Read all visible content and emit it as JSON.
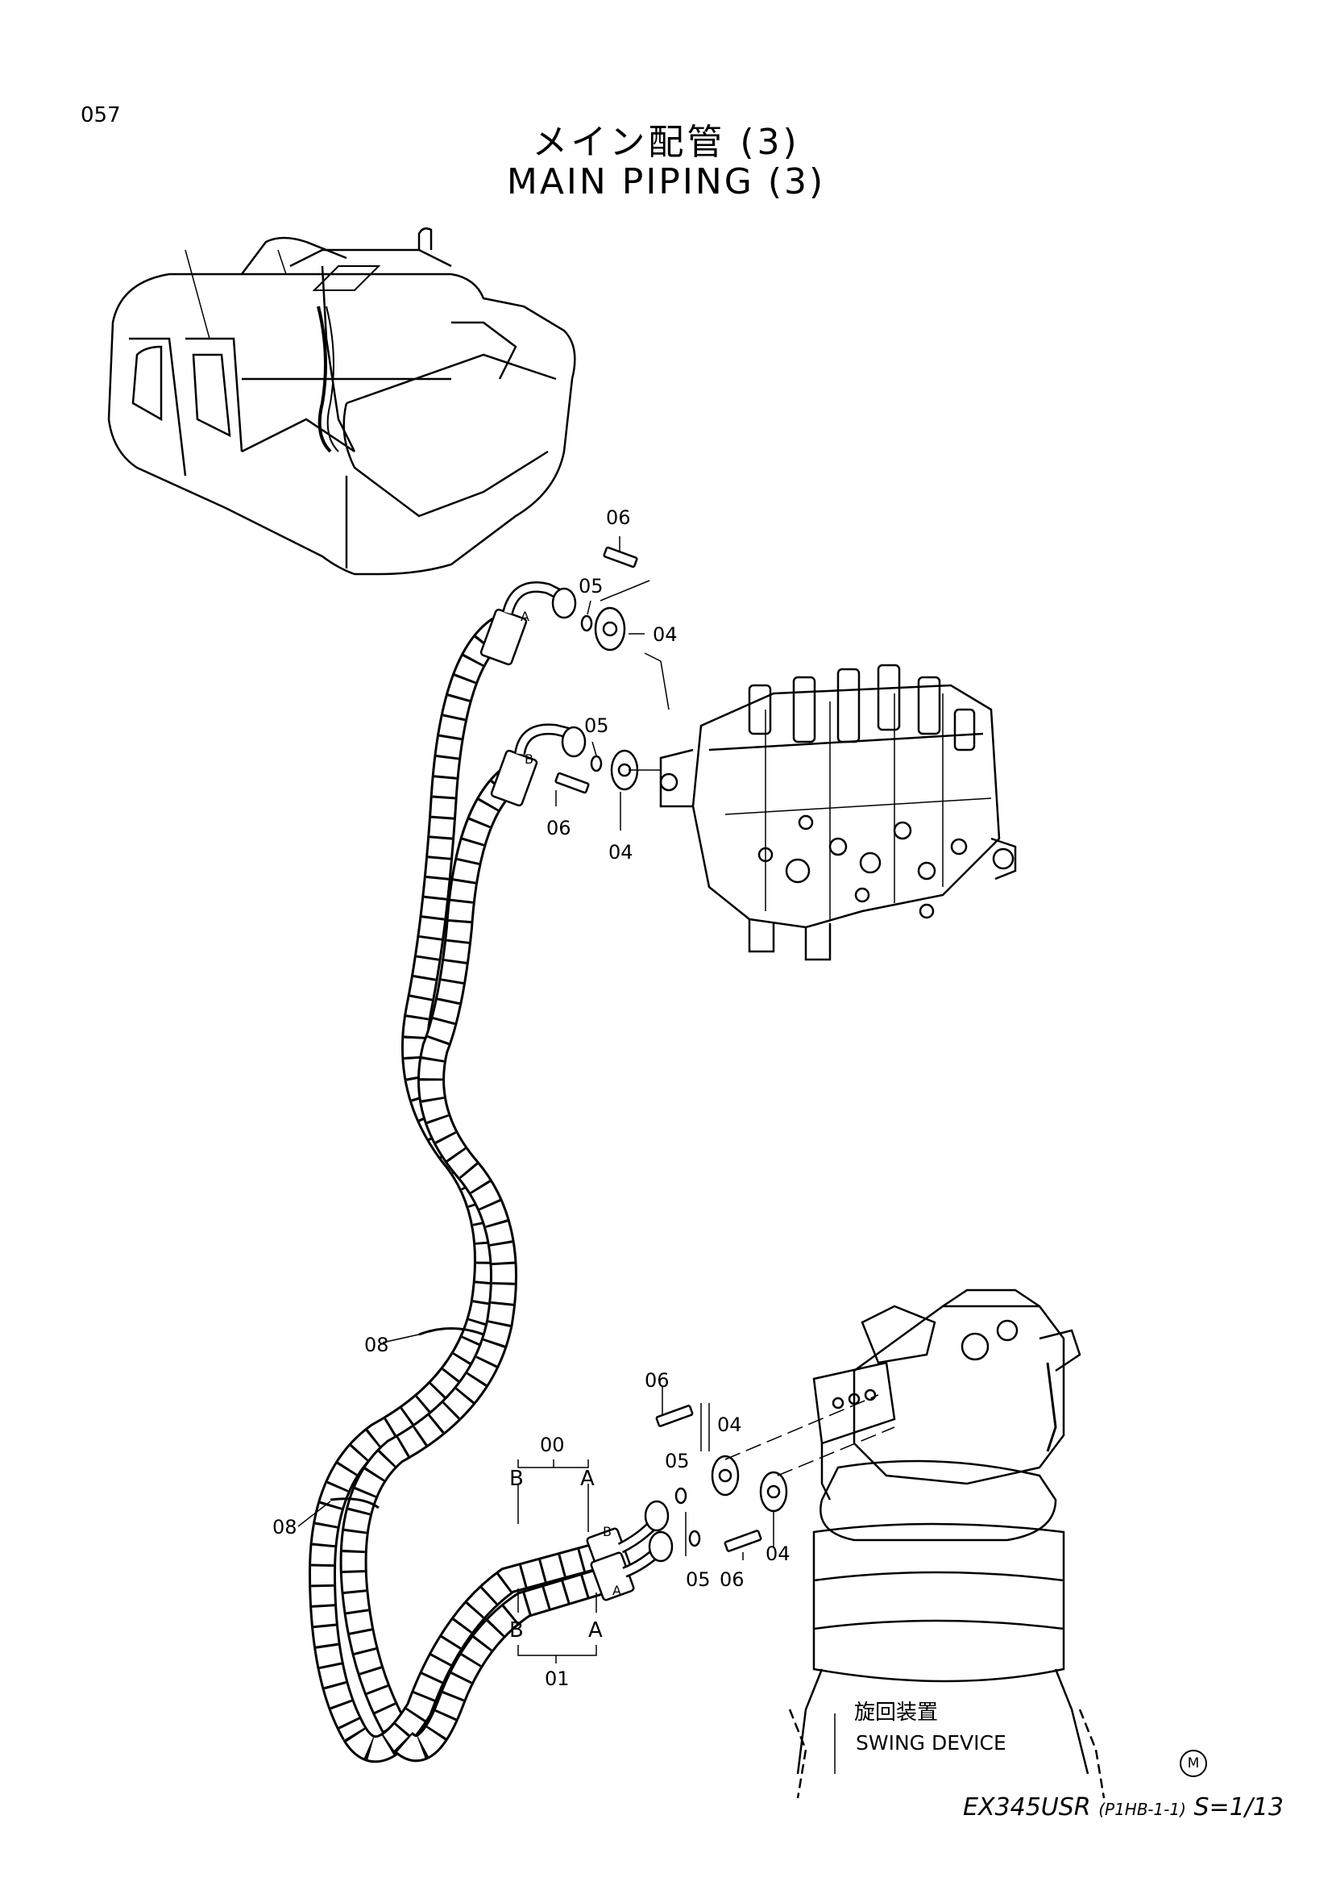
{
  "page": {
    "number": "057"
  },
  "title": {
    "jp": "メイン配管 (3)",
    "en": "MAIN PIPING (3)"
  },
  "callouts": {
    "c06_top": "06",
    "c05_top": "05",
    "c04_top": "04",
    "c05_mid": "05",
    "c06_mid": "06",
    "c04_mid": "04",
    "c08_upper": "08",
    "c08_lower": "08",
    "c06_low": "06",
    "c04_low_top": "04",
    "c05_low_top": "05",
    "c05_low_bot": "05",
    "c06_low_bot": "06",
    "c04_low_bot": "04",
    "c00": "00",
    "c01": "01"
  },
  "port_labels": {
    "hose_a_top": "A",
    "hose_b_top": "B",
    "br00_b": "B",
    "br00_a": "A",
    "br01_b": "B",
    "br01_a": "A",
    "fit_b": "B",
    "fit_a": "A"
  },
  "swing_device": {
    "jp": "旋回装置",
    "en": "SWING DEVICE"
  },
  "footer": {
    "model": "EX345USR",
    "code": "(P1HB-1-1)",
    "scale": "S=1/13",
    "mark": "M"
  }
}
